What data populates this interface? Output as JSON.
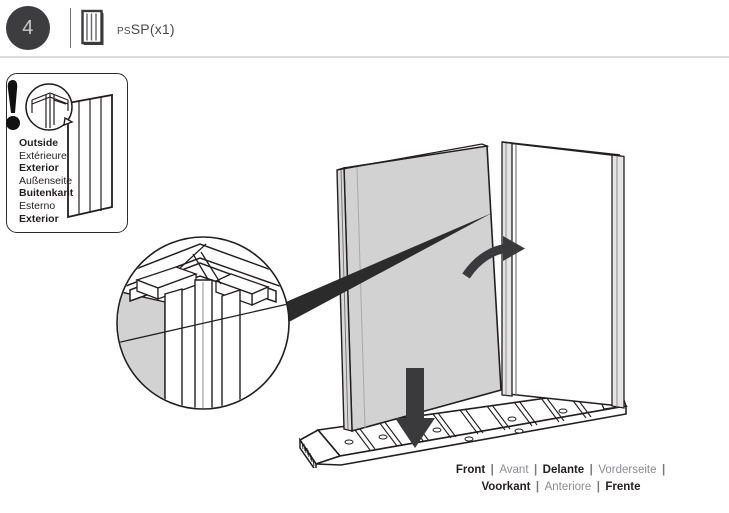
{
  "header": {
    "step_number": "4",
    "part_prefix": "PS",
    "part_code": "SP(x1)",
    "part_icon_name": "panel-part-icon"
  },
  "inset": {
    "warning_icon_name": "exclamation-warning-icon",
    "orientation_labels": [
      {
        "text": "Outside",
        "weight": "bold",
        "lang": "en"
      },
      {
        "text": "Extérieure",
        "weight": "regular",
        "lang": "fr"
      },
      {
        "text": "Exterior",
        "weight": "bold",
        "lang": "es"
      },
      {
        "text": "Außenseite",
        "weight": "regular",
        "lang": "de"
      },
      {
        "text": "Buitenkant",
        "weight": "bold",
        "lang": "nl"
      },
      {
        "text": "Esterno",
        "weight": "regular",
        "lang": "it"
      },
      {
        "text": "Exterior",
        "weight": "bold",
        "lang": "pt"
      }
    ]
  },
  "caption": {
    "line1": [
      {
        "text": "Front",
        "weight": "bold"
      },
      {
        "text": "Avant",
        "weight": "regular"
      },
      {
        "text": "Delante",
        "weight": "bold"
      },
      {
        "text": "Vorderseite",
        "weight": "regular"
      }
    ],
    "line2": [
      {
        "text": "Voorkant",
        "weight": "bold"
      },
      {
        "text": "Anteriore",
        "weight": "regular"
      },
      {
        "text": "Frente",
        "weight": "bold"
      }
    ],
    "separator": "|"
  },
  "illustration": {
    "moving_panel_name": "side-panel-being-installed",
    "standing_panel_name": "installed-back-panel",
    "floor_base_name": "floor-base-platform",
    "rotate_arrow_name": "rotate-arrow",
    "insert_arrow_name": "insert-down-arrow",
    "detail_circle_name": "detail-zoom-circle",
    "pointer_name": "detail-pointer-wedge"
  },
  "colors": {
    "badge_bg": "#3d3d3f",
    "badge_text": "#c9c9cc",
    "panel_fill": "#d2d2d2",
    "line": "#231f20",
    "rule": "#dcdcdc",
    "caption_muted": "#8d8d91"
  }
}
